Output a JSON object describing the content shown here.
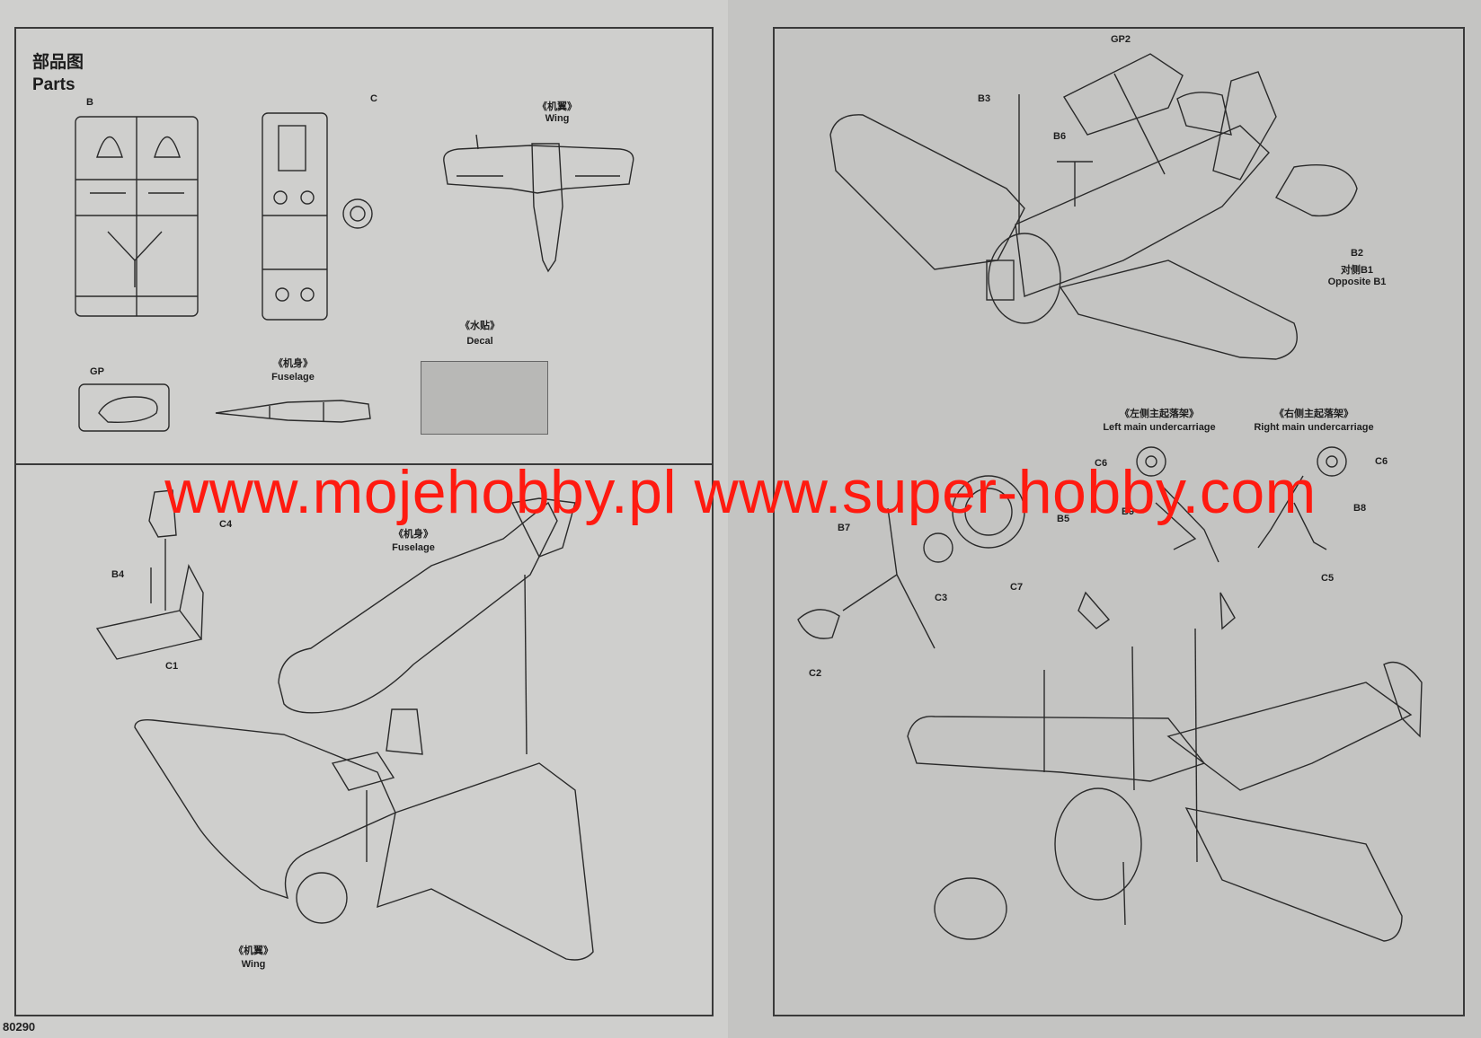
{
  "header": {
    "title_zh": "部品图",
    "title_en": "Parts"
  },
  "parts_labels": {
    "sprue_b": "B",
    "sprue_c": "C",
    "gp": "GP",
    "wing_zh": "《机翼》",
    "wing_en": "Wing",
    "fuselage_zh": "《机身》",
    "fuselage_en": "Fuselage",
    "decal_zh": "《水贴》",
    "decal_en": "Decal"
  },
  "step1_labels": {
    "c4": "C4",
    "b4": "B4",
    "c1": "C1",
    "fuselage_zh": "《机身》",
    "fuselage_en": "Fuselage",
    "wing_zh": "《机翼》",
    "wing_en": "Wing"
  },
  "step2_labels": {
    "gp2": "GP2",
    "b3": "B3",
    "b6": "B6",
    "b2": "B2",
    "opposite_zh": "对侧B1",
    "opposite_en": "Opposite B1"
  },
  "step3_labels": {
    "left_uc_zh": "《左侧主起落架》",
    "left_uc_en": "Left main undercarriage",
    "right_uc_zh": "《右侧主起落架》",
    "right_uc_en": "Right main undercarriage",
    "c6_left": "C6",
    "c6_right": "C6",
    "b9": "B9",
    "b8": "B8",
    "b5": "B5",
    "b7": "B7",
    "c3": "C3",
    "c7": "C7",
    "c2": "C2",
    "c5": "C5"
  },
  "footer": {
    "page_number": "80290"
  },
  "watermark": {
    "text": "www.mojehobby.pl www.super-hobby.com"
  },
  "colors": {
    "watermark": "#ff1a10",
    "line": "#2a2a2a",
    "paper": "#cfcfcd"
  }
}
